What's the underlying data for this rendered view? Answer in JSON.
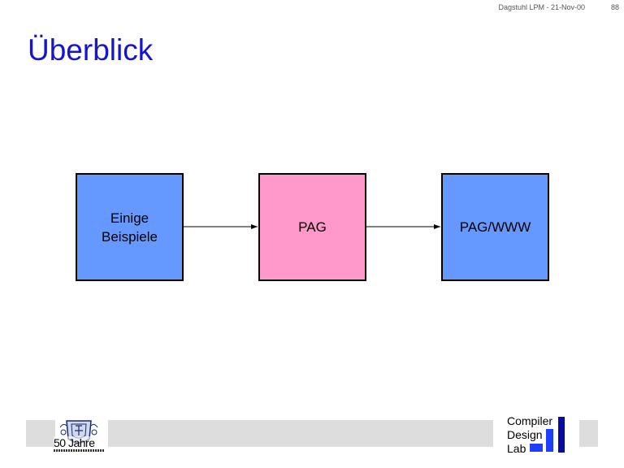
{
  "header": {
    "date_label": "Dagstuhl LPM - 21-Nov-00",
    "page_number": "88"
  },
  "slide": {
    "title": "Überblick"
  },
  "diagram": {
    "boxes": [
      {
        "label": "Einige\nBeispiele",
        "color": "#6699ff"
      },
      {
        "label": "PAG",
        "color": "#ff99cc"
      },
      {
        "label": "PAG/WWW",
        "color": "#6699ff"
      }
    ],
    "arrow_color": "#000000"
  },
  "footer": {
    "seal_text": "50 Jahre",
    "logo_lines": [
      "Compiler",
      "Design",
      "Lab"
    ],
    "accent_color": "#1f3fff"
  }
}
